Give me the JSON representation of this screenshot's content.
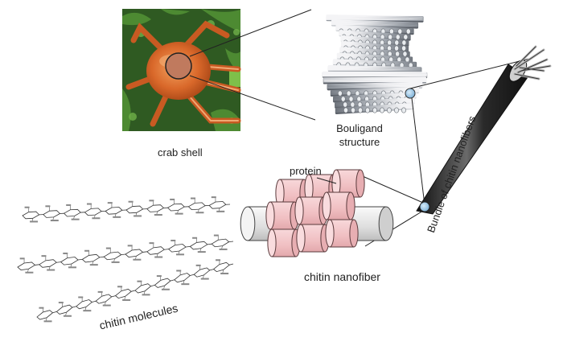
{
  "labels": {
    "crab_shell": "crab shell",
    "bouligand_line1": "Bouligand",
    "bouligand_line2": "structure",
    "protein": "protein",
    "chitin_nanofiber": "chitin nanofiber",
    "chitin_molecules": "chitin molecules",
    "bundle": "Bundle of chitin nanofibers"
  },
  "colors": {
    "protein": "#f2c4c6",
    "protein_edge": "#5a3a3c",
    "nanofiber_core": "#e8e8e8",
    "crab_orange": "#d9682a",
    "seaweed_green": "#3f7a2c",
    "bundle_dark": "#222222",
    "zoom_circle": "#9fc8e8"
  },
  "icons": [
    "crab-photo",
    "bouligand-stack-illustration",
    "nanofiber-bundle-illustration",
    "protein-coated-fiber-illustration",
    "chitin-molecule-chains"
  ]
}
